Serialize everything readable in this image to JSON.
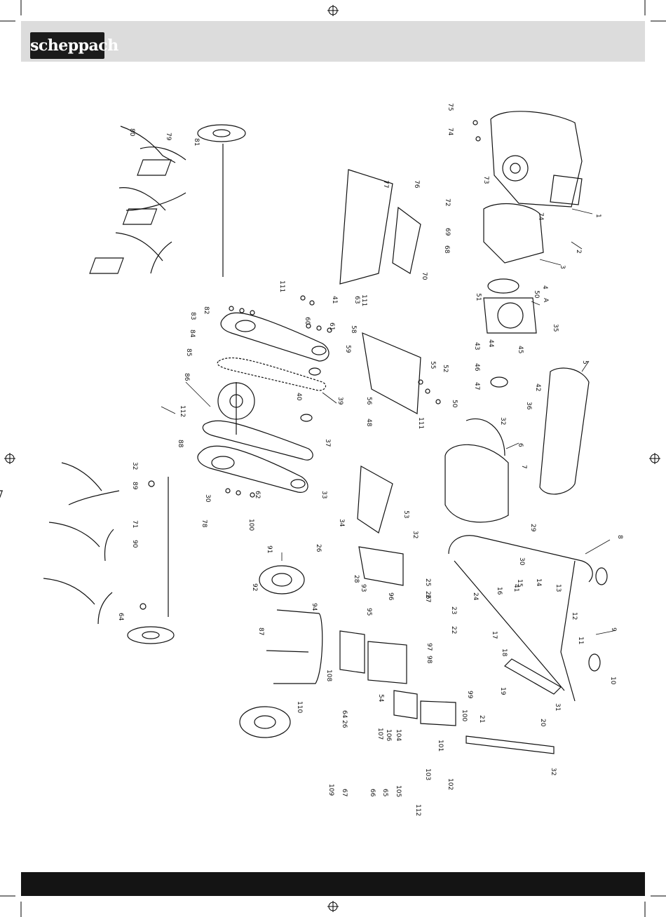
{
  "brand": {
    "logo_text": "scheppach"
  },
  "diagram": {
    "callouts": [
      {
        "id": "c1",
        "label": "1"
      },
      {
        "id": "c2",
        "label": "2"
      },
      {
        "id": "c3",
        "label": "3"
      },
      {
        "id": "c4",
        "label": "4"
      },
      {
        "id": "c5",
        "label": "5"
      },
      {
        "id": "c6",
        "label": "6"
      },
      {
        "id": "c7",
        "label": "7"
      },
      {
        "id": "c8",
        "label": "8"
      },
      {
        "id": "c9",
        "label": "9"
      },
      {
        "id": "c10",
        "label": "10"
      },
      {
        "id": "c11",
        "label": "11"
      },
      {
        "id": "c12",
        "label": "12"
      },
      {
        "id": "c13",
        "label": "13"
      },
      {
        "id": "c14",
        "label": "14"
      },
      {
        "id": "c15",
        "label": "15"
      },
      {
        "id": "c16",
        "label": "16"
      },
      {
        "id": "c17",
        "label": "17"
      },
      {
        "id": "c18",
        "label": "18"
      },
      {
        "id": "c19",
        "label": "19"
      },
      {
        "id": "c20",
        "label": "20"
      },
      {
        "id": "c21",
        "label": "21"
      },
      {
        "id": "c22",
        "label": "22"
      },
      {
        "id": "c23",
        "label": "23"
      },
      {
        "id": "c24",
        "label": "24"
      },
      {
        "id": "c25",
        "label": "25"
      },
      {
        "id": "c26a",
        "label": "26"
      },
      {
        "id": "c26b",
        "label": "26"
      },
      {
        "id": "c26c",
        "label": "26"
      },
      {
        "id": "c27",
        "label": "27"
      },
      {
        "id": "c28",
        "label": "28"
      },
      {
        "id": "c29",
        "label": "29"
      },
      {
        "id": "c30a",
        "label": "30"
      },
      {
        "id": "c30b",
        "label": "30"
      },
      {
        "id": "c31",
        "label": "31"
      },
      {
        "id": "c32a",
        "label": "32"
      },
      {
        "id": "c32b",
        "label": "32"
      },
      {
        "id": "c32c",
        "label": "32"
      },
      {
        "id": "c32d",
        "label": "32"
      },
      {
        "id": "c33",
        "label": "33"
      },
      {
        "id": "c34",
        "label": "34"
      },
      {
        "id": "c35",
        "label": "35"
      },
      {
        "id": "c36",
        "label": "36"
      },
      {
        "id": "c37",
        "label": "37"
      },
      {
        "id": "c39",
        "label": "39"
      },
      {
        "id": "c40",
        "label": "40"
      },
      {
        "id": "c41a",
        "label": "41"
      },
      {
        "id": "c41b",
        "label": "41"
      },
      {
        "id": "c42",
        "label": "42"
      },
      {
        "id": "c43",
        "label": "43"
      },
      {
        "id": "c44",
        "label": "44"
      },
      {
        "id": "c45",
        "label": "45"
      },
      {
        "id": "c46",
        "label": "46"
      },
      {
        "id": "c47",
        "label": "47"
      },
      {
        "id": "c48",
        "label": "48"
      },
      {
        "id": "c50a",
        "label": "50"
      },
      {
        "id": "c50b",
        "label": "50"
      },
      {
        "id": "c51",
        "label": "51"
      },
      {
        "id": "c52",
        "label": "52"
      },
      {
        "id": "c53",
        "label": "53"
      },
      {
        "id": "c54",
        "label": "54"
      },
      {
        "id": "c55",
        "label": "55"
      },
      {
        "id": "c56",
        "label": "56"
      },
      {
        "id": "c58",
        "label": "58"
      },
      {
        "id": "c59",
        "label": "59"
      },
      {
        "id": "c60",
        "label": "60"
      },
      {
        "id": "c61",
        "label": "61"
      },
      {
        "id": "c62",
        "label": "62"
      },
      {
        "id": "c63",
        "label": "63"
      },
      {
        "id": "c64a",
        "label": "64"
      },
      {
        "id": "c64b",
        "label": "64"
      },
      {
        "id": "c65",
        "label": "65"
      },
      {
        "id": "c66",
        "label": "66"
      },
      {
        "id": "c67",
        "label": "67"
      },
      {
        "id": "c68",
        "label": "68"
      },
      {
        "id": "c69",
        "label": "69"
      },
      {
        "id": "c70",
        "label": "70"
      },
      {
        "id": "c71",
        "label": "71"
      },
      {
        "id": "c72",
        "label": "72"
      },
      {
        "id": "c73",
        "label": "73"
      },
      {
        "id": "c74a",
        "label": "74"
      },
      {
        "id": "c74b",
        "label": "74"
      },
      {
        "id": "c75",
        "label": "75"
      },
      {
        "id": "c76",
        "label": "76"
      },
      {
        "id": "c77",
        "label": "77"
      },
      {
        "id": "c78",
        "label": "78"
      },
      {
        "id": "c79",
        "label": "79"
      },
      {
        "id": "c80",
        "label": "80"
      },
      {
        "id": "c81",
        "label": "81"
      },
      {
        "id": "c82",
        "label": "82"
      },
      {
        "id": "c83",
        "label": "83"
      },
      {
        "id": "c84",
        "label": "84"
      },
      {
        "id": "c85",
        "label": "85"
      },
      {
        "id": "c86",
        "label": "86"
      },
      {
        "id": "c87",
        "label": "87"
      },
      {
        "id": "c88",
        "label": "88"
      },
      {
        "id": "c89",
        "label": "89"
      },
      {
        "id": "c90",
        "label": "90"
      },
      {
        "id": "c91",
        "label": "91"
      },
      {
        "id": "c92",
        "label": "92"
      },
      {
        "id": "c93",
        "label": "93"
      },
      {
        "id": "c94",
        "label": "94"
      },
      {
        "id": "c95",
        "label": "95"
      },
      {
        "id": "c96",
        "label": "96"
      },
      {
        "id": "c97",
        "label": "97"
      },
      {
        "id": "c98",
        "label": "98"
      },
      {
        "id": "c99",
        "label": "99"
      },
      {
        "id": "c100a",
        "label": "100"
      },
      {
        "id": "c100b",
        "label": "100"
      },
      {
        "id": "c101",
        "label": "101"
      },
      {
        "id": "c102",
        "label": "102"
      },
      {
        "id": "c103",
        "label": "103"
      },
      {
        "id": "c104",
        "label": "104"
      },
      {
        "id": "c105",
        "label": "105"
      },
      {
        "id": "c106",
        "label": "106"
      },
      {
        "id": "c107",
        "label": "107"
      },
      {
        "id": "c108",
        "label": "108"
      },
      {
        "id": "c109",
        "label": "109"
      },
      {
        "id": "c110",
        "label": "110"
      },
      {
        "id": "c111a",
        "label": "111"
      },
      {
        "id": "c111b",
        "label": "111"
      },
      {
        "id": "c111c",
        "label": "111"
      },
      {
        "id": "c112a",
        "label": "112"
      },
      {
        "id": "c112b",
        "label": "112"
      },
      {
        "id": "cA",
        "label": "A"
      }
    ]
  }
}
